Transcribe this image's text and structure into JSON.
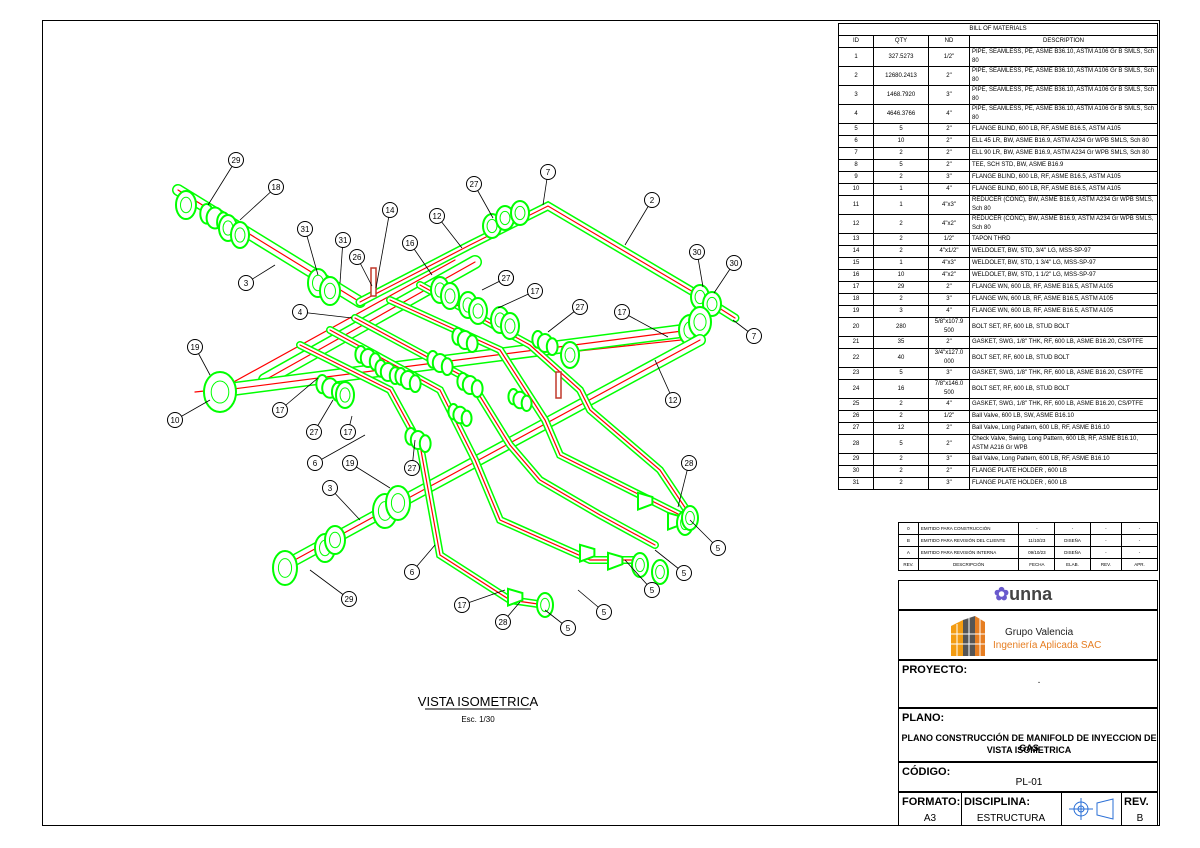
{
  "bom": {
    "title": "BILL OF MATERIALS",
    "headers": [
      "ID",
      "QTY",
      "ND",
      "DESCRIPTION"
    ],
    "rows": [
      [
        "1",
        "327.5273",
        "1/2\"",
        "PIPE, SEAMLESS, PE, ASME B36.10, ASTM A106 Gr B SMLS, Sch 80"
      ],
      [
        "2",
        "12680.2413",
        "2\"",
        "PIPE, SEAMLESS, PE, ASME B36.10, ASTM A106 Gr B SMLS, Sch 80"
      ],
      [
        "3",
        "1468.7920",
        "3\"",
        "PIPE, SEAMLESS, PE, ASME B36.10, ASTM A106 Gr B SMLS, Sch 80"
      ],
      [
        "4",
        "4646.3766",
        "4\"",
        "PIPE, SEAMLESS, PE, ASME B36.10, ASTM A106 Gr B SMLS, Sch 80"
      ],
      [
        "5",
        "5",
        "2\"",
        "FLANGE BLIND, 600 LB, RF, ASME B16.5, ASTM A105"
      ],
      [
        "6",
        "10",
        "2\"",
        "ELL 45 LR, BW, ASME B16.9, ASTM A234 Gr WPB SMLS, Sch 80"
      ],
      [
        "7",
        "2",
        "2\"",
        "ELL 90 LR, BW, ASME B16.9, ASTM A234 Gr WPB SMLS, Sch 80"
      ],
      [
        "8",
        "5",
        "2\"",
        "TEE, SCH STD, BW, ASME B16.9"
      ],
      [
        "9",
        "2",
        "3\"",
        "FLANGE BLIND, 600 LB, RF, ASME B16.5, ASTM A105"
      ],
      [
        "10",
        "1",
        "4\"",
        "FLANGE BLIND, 600 LB, RF, ASME B16.5, ASTM A105"
      ],
      [
        "11",
        "1",
        "4\"x3\"",
        "REDUCER (CONC), BW, ASME B16.9, ASTM A234 Gr WPB SMLS, Sch 80"
      ],
      [
        "12",
        "2",
        "4\"x2\"",
        "REDUCER (CONC), BW, ASME B16.9, ASTM A234 Gr WPB SMLS, Sch 80"
      ],
      [
        "13",
        "2",
        "1/2\"",
        "TAPON THRD"
      ],
      [
        "14",
        "2",
        "4\"x1/2\"",
        "WELDOLET, BW, STD, 3/4\" LG, MSS-SP-97"
      ],
      [
        "15",
        "1",
        "4\"x3\"",
        "WELDOLET, BW, STD, 1 3/4\" LG, MSS-SP-97"
      ],
      [
        "16",
        "10",
        "4\"x2\"",
        "WELDOLET, BW, STD, 1 1/2\" LG, MSS-SP-97"
      ],
      [
        "17",
        "29",
        "2\"",
        "FLANGE WN, 600 LB, RF, ASME B16.5, ASTM A105"
      ],
      [
        "18",
        "2",
        "3\"",
        "FLANGE WN, 600 LB, RF, ASME B16.5, ASTM A105"
      ],
      [
        "19",
        "3",
        "4\"",
        "FLANGE WN, 600 LB, RF, ASME B16.5, ASTM A105"
      ],
      [
        "20",
        "280",
        "5/8\"x107.9 500",
        "BOLT SET, RF, 600 LB, STUD BOLT"
      ],
      [
        "21",
        "35",
        "2\"",
        "GASKET, SWG, 1/8\" THK, RF, 600 LB, ASME B16.20, CS/PTFE"
      ],
      [
        "22",
        "40",
        "3/4\"x127.0 000",
        "BOLT SET, RF, 600 LB, STUD BOLT"
      ],
      [
        "23",
        "5",
        "3\"",
        "GASKET, SWG, 1/8\" THK, RF, 600 LB, ASME B16.20, CS/PTFE"
      ],
      [
        "24",
        "16",
        "7/8\"x146.0 500",
        "BOLT SET, RF, 600 LB, STUD BOLT"
      ],
      [
        "25",
        "2",
        "4\"",
        "GASKET, SWG, 1/8\" THK, RF, 600 LB, ASME B16.20, CS/PTFE"
      ],
      [
        "26",
        "2",
        "1/2\"",
        "Ball Valve, 600 LB, SW, ASME B16.10"
      ],
      [
        "27",
        "12",
        "2\"",
        "Ball Valve, Long Pattern, 600 LB, RF, ASME B16.10"
      ],
      [
        "28",
        "5",
        "2\"",
        "Check Valve, Swing, Long Pattern, 600 LB, RF, ASME B16.10, ASTM A216 Gr WPB"
      ],
      [
        "29",
        "2",
        "3\"",
        "Ball Valve, Long Pattern, 600 LB, RF, ASME B16.10"
      ],
      [
        "30",
        "2",
        "2\"",
        "FLANGE PLATE HOLDER , 600 LB"
      ],
      [
        "31",
        "2",
        "3\"",
        "FLANGE PLATE HOLDER , 600 LB"
      ]
    ]
  },
  "revisions": {
    "rows": [
      [
        "0",
        "EMITIDO PARA CONSTRUCCIÓN",
        "-",
        "-",
        "-",
        "-"
      ],
      [
        "B",
        "EMITIDO PARA REVISIÓN DEL CLIENTE",
        "11/10/23",
        "DISEÑA",
        "-",
        "-"
      ],
      [
        "A",
        "EMITIDO PARA REVISIÓN INTERNA",
        "09/10/23",
        "DISEÑA",
        "-",
        "-"
      ]
    ],
    "headers": [
      "REV.",
      "DESCRIPCIÓN",
      "FECHA",
      "ELAB.",
      "REV.",
      "APR."
    ]
  },
  "logos": {
    "client": "unna",
    "company_line1": "Grupo Valencia",
    "company_line2": "Ingeniería Aplicada SAC"
  },
  "title_block": {
    "proyecto_label": "PROYECTO:",
    "proyecto_value": ".",
    "plano_label": "PLANO:",
    "plano_line1": "PLANO CONSTRUCCIÓN DE MANIFOLD DE INYECCION DE GAS",
    "plano_line2": "VISTA ISOMETRICA",
    "codigo_label": "CÓDIGO:",
    "codigo_value": "PL-01",
    "formato_label": "FORMATO:",
    "formato_value": "A3",
    "disciplina_label": "DISCIPLINA:",
    "disciplina_value": "ESTRUCTURA",
    "rev_label": "REV.",
    "rev_value": "B"
  },
  "view": {
    "title": "VISTA ISOMETRICA",
    "scale": "Esc. 1/30"
  },
  "balloons": [
    "29",
    "18",
    "31",
    "31",
    "26",
    "14",
    "3",
    "12",
    "16",
    "27",
    "7",
    "2",
    "4",
    "27",
    "17",
    "27",
    "30",
    "30",
    "19",
    "27",
    "17",
    "7",
    "10",
    "17",
    "27",
    "17",
    "12",
    "6",
    "19",
    "27",
    "28",
    "3",
    "5",
    "5",
    "5",
    "6",
    "5",
    "29",
    "17",
    "28",
    "5"
  ],
  "colors": {
    "pipe": "#00ff00",
    "centerline": "#ff0000",
    "balloon": "#000000"
  }
}
